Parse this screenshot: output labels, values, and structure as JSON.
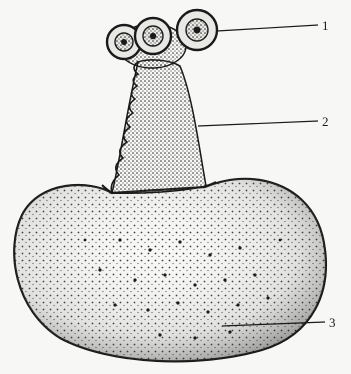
{
  "figure": {
    "labels": [
      "1",
      "2",
      "3"
    ],
    "colors": {
      "background": "#f7f7f5",
      "ink": "#1a1a1a",
      "stipple": "#3a3a3a"
    }
  }
}
